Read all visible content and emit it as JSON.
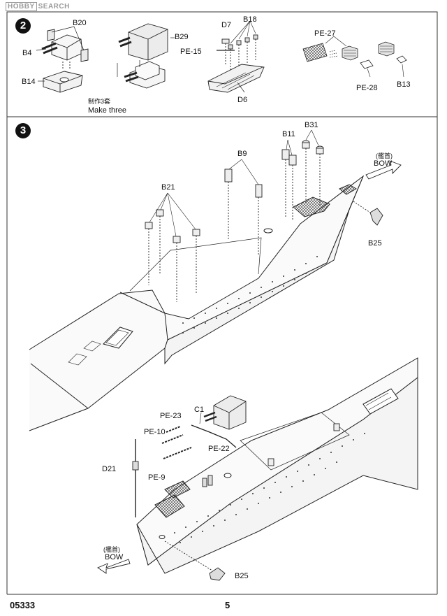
{
  "watermark": {
    "brand": "HOBBY",
    "word": "SEARCH"
  },
  "step2": {
    "number": "2",
    "labels": {
      "b20": "B20",
      "b4": "B4",
      "b14": "B14",
      "b29": "B29",
      "d7": "D7",
      "b18": "B18",
      "pe15": "PE-15",
      "d6": "D6",
      "pe27": "PE-27",
      "pe28": "PE-28",
      "b13": "B13"
    },
    "note_cn": "制作3套",
    "note_en": "Make three"
  },
  "step3": {
    "number": "3",
    "labels": {
      "b11": "B11",
      "b31": "B31",
      "b9": "B9",
      "b21": "B21",
      "b25_top": "B25",
      "bow_top": "BOW",
      "bow_top_cn": "(艦首)",
      "pe23": "PE-23",
      "c1": "C1",
      "pe10": "PE-10",
      "pe22": "PE-22",
      "d21": "D21",
      "pe9": "PE-9",
      "b25_bottom": "B25",
      "bow_bottom": "BOW",
      "bow_bottom_cn": "(艦首)"
    }
  },
  "footer": {
    "kit_number": "05333",
    "page_number": "5"
  }
}
